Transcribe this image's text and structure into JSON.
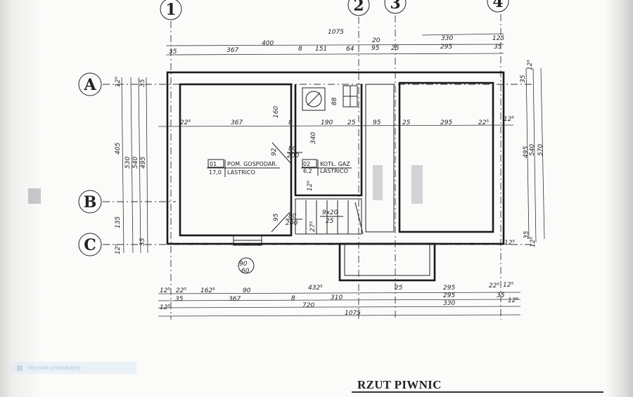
{
  "drawing": {
    "title": "RZUT PIWNIC",
    "grid_axes": {
      "vertical": [
        "1",
        "2",
        "3",
        "4"
      ],
      "horizontal": [
        "A",
        "B",
        "C"
      ]
    },
    "rooms": [
      {
        "number": "01",
        "name": "POM. GOSPODAR.",
        "area": "17,0",
        "floor": "LASTRICO"
      },
      {
        "number": "02",
        "name": "KOTŁ. GAZ",
        "area": "6,2",
        "floor": "LASTRICO"
      }
    ],
    "door_1": {
      "width": "80",
      "height": "200"
    },
    "door_2": {
      "width": "80",
      "height": "200"
    },
    "stairs": {
      "count": "9x20",
      "tread": "25"
    },
    "window": {
      "w": "90",
      "h": "60"
    },
    "top_dims": {
      "overall": "1075",
      "d35": "35",
      "d367": "367",
      "d400": "400",
      "d8": "8",
      "d151": "151",
      "d64": "64",
      "d20": "20",
      "d95": "95",
      "d25": "25",
      "d330": "330",
      "d295": "295",
      "d125": "125",
      "d35b": "35"
    },
    "inner_dims": {
      "d225a": "22⁵",
      "d367": "367",
      "d8": "8",
      "d190": "190",
      "d25": "25",
      "d95": "95",
      "d25b": "25",
      "d295": "295",
      "d225b": "22⁵",
      "d125": "12⁵",
      "d160": "160",
      "d340": "340",
      "d92": "92",
      "d95v": "95",
      "d125v": "12⁵",
      "d88": "88",
      "d275": "27⁵"
    },
    "bottom_dims": {
      "r1": [
        "12⁵",
        "22⁵",
        "162⁵",
        "90",
        "432⁵",
        "25",
        "295",
        "22⁵",
        "12⁵"
      ],
      "r2": [
        "35",
        "367",
        "8",
        "310",
        "295",
        "35"
      ],
      "r3": [
        "12⁵",
        "720",
        "330",
        "12⁵"
      ],
      "r4": "1075"
    },
    "left_dims": {
      "d125": "12⁵",
      "d405": "405",
      "d135": "135",
      "d125b": "12⁵",
      "d530": "530",
      "d540": "540",
      "d495": "495",
      "d35": "35",
      "d35b": "35"
    },
    "right_dims": {
      "d125": "12⁵",
      "d35": "35",
      "d495": "495",
      "d540": "540",
      "d570": "570",
      "d35b": "35",
      "d125b": "12⁵",
      "d125c": "12⁵"
    }
  },
  "overlay": {
    "tool_label": "Wycinek prostokątny"
  }
}
